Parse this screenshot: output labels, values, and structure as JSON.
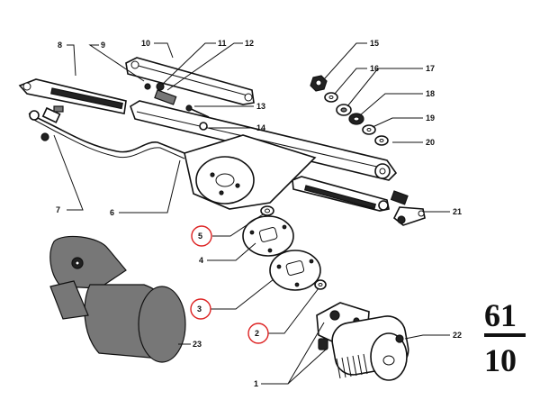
{
  "group": {
    "top": "61",
    "bottom": "10"
  },
  "labels": {
    "1": "1",
    "2": "2",
    "3": "3",
    "4": "4",
    "5": "5",
    "6": "6",
    "7": "7",
    "8": "8",
    "9": "9",
    "10": "10",
    "11": "11",
    "12": "12",
    "13": "13",
    "14": "14",
    "15": "15",
    "16": "16",
    "17": "17",
    "18": "18",
    "19": "19",
    "20": "20",
    "21": "21",
    "22": "22",
    "23": "23"
  },
  "highlighted": [
    "5",
    "3",
    "2"
  ],
  "colors": {
    "highlight": "#dd2222",
    "ink": "#111111"
  }
}
